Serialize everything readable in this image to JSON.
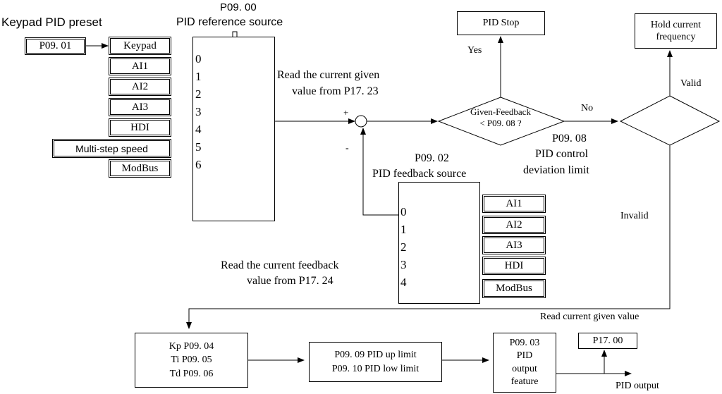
{
  "keypad_preset": {
    "title": "Keypad PID preset",
    "param": "P09. 01"
  },
  "reference": {
    "param": "P09. 00",
    "title": "PID reference source",
    "options": [
      "0",
      "1",
      "2",
      "3",
      "4",
      "5",
      "6"
    ],
    "sources": [
      "Keypad",
      "AI1",
      "AI2",
      "AI3",
      "HDI",
      "Multi-step speed",
      "ModBus"
    ],
    "note_line1": "Read the current given",
    "note_line2": "value from P17. 23"
  },
  "summing": {
    "plus": "+",
    "minus": "-"
  },
  "feedback": {
    "param": "P09. 02",
    "title": "PID feedback source",
    "options": [
      "0",
      "1",
      "2",
      "3",
      "4"
    ],
    "sources": [
      "AI1",
      "AI2",
      "AI3",
      "HDI",
      "ModBus"
    ],
    "note_line1": "Read the current feedback",
    "note_line2": "value from P17. 24"
  },
  "decision1": {
    "line1": "Given-Feedback",
    "line2": "< P09. 08 ?",
    "yes": "Yes",
    "no": "No",
    "stop": "PID Stop",
    "limit_param": "P09. 08",
    "limit_line1": "PID control",
    "limit_line2": "deviation limit"
  },
  "decision2": {
    "valid": "Valid",
    "invalid": "Invalid",
    "hold_line1": "Hold current",
    "hold_line2": "frequency",
    "read_given": "Read current given value"
  },
  "pid_params": [
    "Kp P09. 04",
    "Ti P09. 05",
    "Td P09. 06"
  ],
  "limits": [
    "P09. 09 PID up limit",
    "P09. 10 PID low limit"
  ],
  "output_feature": [
    "P09. 03",
    "PID",
    "output",
    "feature"
  ],
  "output": {
    "param": "P17. 00",
    "label": "PID output"
  }
}
